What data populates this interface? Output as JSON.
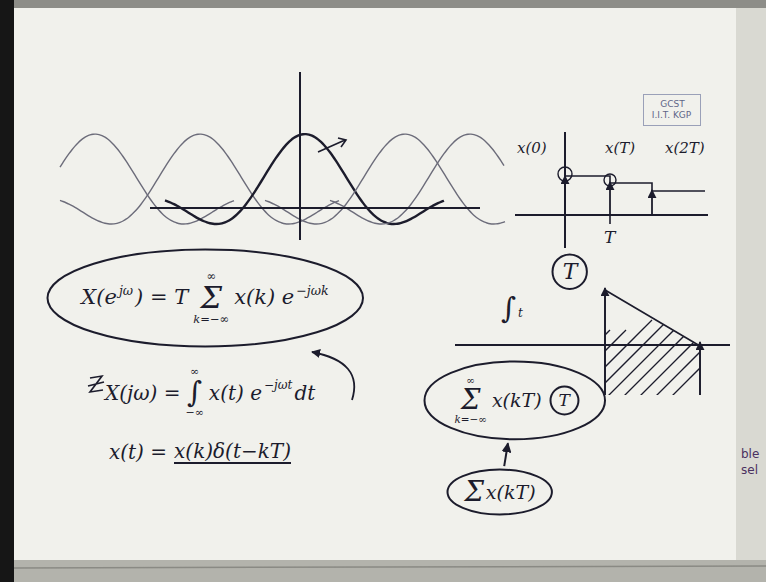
{
  "diagram": {
    "nodes": [
      {
        "text": [
          "GCST I.I.T. KGP"
        ]
      },
      {
        "text": [
          "X(e",
          "jω",
          ") = T",
          "∞",
          "Σ",
          "k=−∞",
          "x(k) e",
          "−jωk"
        ]
      },
      {
        "text": [
          "T"
        ]
      },
      {
        "text": [
          "∞",
          "Σ",
          "k=−∞",
          "x(kT)"
        ]
      },
      {
        "text": [
          "T"
        ],
        "in": 3
      },
      {
        "text": [
          "Σ",
          "x(kT)"
        ]
      }
    ],
    "edges": [
      {
        "from": 5,
        "to": 3,
        "arrow": "to"
      }
    ],
    "labels": [
      "X(jω) =",
      "∞",
      "∫",
      "−∞",
      "x(t) e",
      "−jωt",
      "dt",
      "x(t) =",
      "x(k)δ(t−kT)",
      "x(0)",
      "x(T)",
      "x(2T)",
      "T",
      "∫",
      "t",
      "ble",
      "sel"
    ]
  }
}
